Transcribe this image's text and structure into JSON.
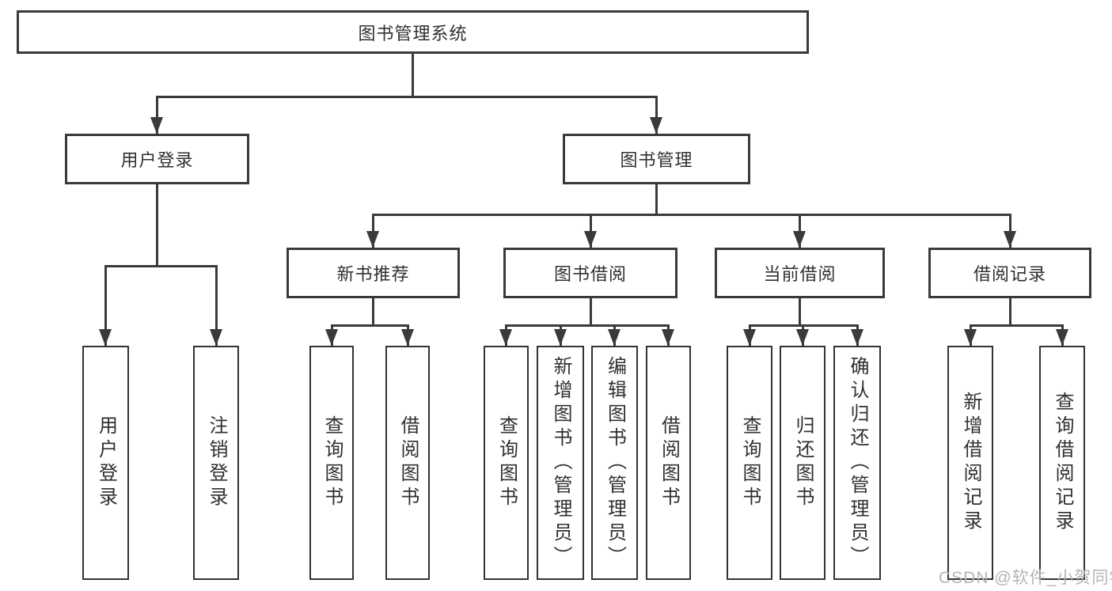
{
  "diagram": {
    "root": {
      "label": "图书管理系统"
    },
    "branches": [
      {
        "label": "用户登录",
        "leaves": [
          {
            "label": "用户登录"
          },
          {
            "label": "注销登录"
          }
        ]
      },
      {
        "label": "图书管理",
        "sections": [
          {
            "label": "新书推荐",
            "leaves": [
              {
                "label": "查询图书"
              },
              {
                "label": "借阅图书"
              }
            ]
          },
          {
            "label": "图书借阅",
            "leaves": [
              {
                "label": "查询图书"
              },
              {
                "label": "新增图书（管理员）"
              },
              {
                "label": "编辑图书（管理员）"
              },
              {
                "label": "借阅图书"
              }
            ]
          },
          {
            "label": "当前借阅",
            "leaves": [
              {
                "label": "查询图书"
              },
              {
                "label": "归还图书"
              },
              {
                "label": "确认归还（管理员）"
              }
            ]
          },
          {
            "label": "借阅记录",
            "leaves": [
              {
                "label": "新增借阅记录"
              },
              {
                "label": "查询借阅记录"
              }
            ]
          }
        ]
      }
    ]
  },
  "watermark": {
    "text": "CSDN @软件_小贺同学"
  },
  "colors": {
    "line": "#3a3a3a",
    "text": "#303030",
    "background": "#ffffff",
    "watermark": "#b5b5b5"
  }
}
